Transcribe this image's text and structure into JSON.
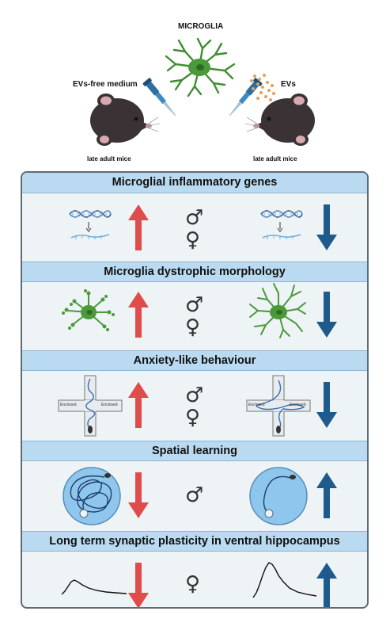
{
  "top": {
    "microglia_label": "MICROGLIA",
    "left_label": "EVs-free medium",
    "right_label": "EVs",
    "left_caption": "late adult mice",
    "right_caption": "late adult mice"
  },
  "rows": [
    {
      "title": "Microglial inflammatory genes",
      "left_arrow": "up",
      "right_arrow": "down",
      "sexes": [
        "♂",
        "♀"
      ]
    },
    {
      "title": "Microglia dystrophic morphology",
      "left_arrow": "up",
      "right_arrow": "down",
      "sexes": [
        "♂",
        "♀"
      ]
    },
    {
      "title": "Anxiety-like behaviour",
      "left_arrow": "up",
      "right_arrow": "down",
      "sexes": [
        "♂",
        "♀"
      ]
    },
    {
      "title": "Spatial learning",
      "left_arrow": "down",
      "right_arrow": "up",
      "sexes": [
        "♂"
      ]
    },
    {
      "title": "Long term synaptic plasticity in ventral hippocampus",
      "left_arrow": "down",
      "right_arrow": "up",
      "sexes": [
        "♀"
      ]
    }
  ],
  "maze_arm_labels": [
    "Enclosed",
    "Enclosed"
  ],
  "colors": {
    "up_red": "#e04b4b",
    "down_blue": "#1f5a8c",
    "header_bg": "#b9daf0",
    "panel_bg": "#eef3f5",
    "microglia_green": "#4a9a3a"
  }
}
